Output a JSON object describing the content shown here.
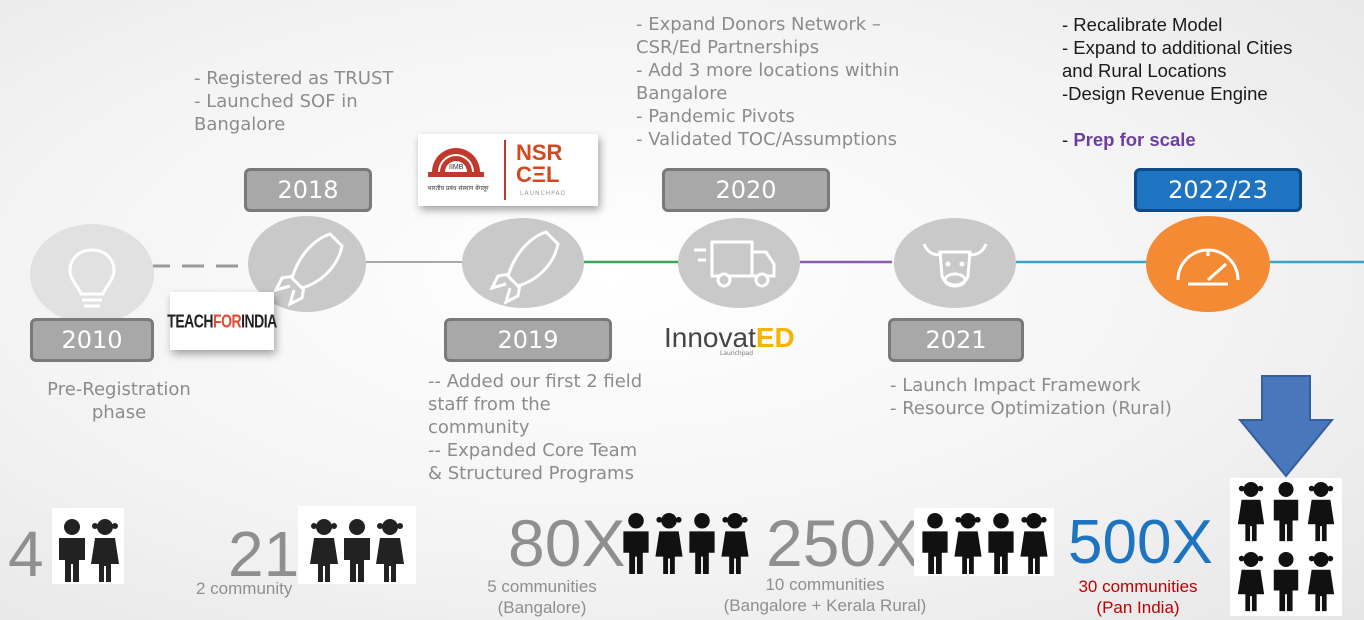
{
  "milestones": {
    "m2010": {
      "year": "2010",
      "desc": "Pre-Registration\nphase",
      "icon": "lightbulb-icon"
    },
    "m2018": {
      "year": "2018",
      "desc": "- Registered as TRUST\n- Launched SOF in\nBangalore",
      "icon": "rocket-icon"
    },
    "m2019": {
      "year": "2019",
      "desc": "-- Added our first 2 field\nstaff from the\ncommunity\n-- Expanded Core Team\n& Structured Programs",
      "icon": "rocket-icon"
    },
    "m2020": {
      "year": "2020",
      "desc": "- Expand Donors Network –\nCSR/Ed Partnerships\n- Add 3 more locations within\nBangalore\n-  Pandemic Pivots\n-  Validated TOC/Assumptions",
      "icon": "truck-icon"
    },
    "m2021": {
      "year": "2021",
      "desc": "- Launch Impact Framework\n- Resource Optimization (Rural)",
      "icon": "cow-icon"
    },
    "m2022": {
      "year": "2022/23",
      "desc": {
        "l1": "-  Recalibrate Model",
        "l2": "- Expand to additional Cities",
        "l3": "and Rural Locations",
        "l4": "-Design Revenue Engine",
        "l5_prefix": "-  ",
        "l5_bold": "Prep for scale"
      },
      "icon": "speedometer-icon"
    }
  },
  "logos": {
    "teachforindia": {
      "text_a": "TEACH",
      "text_b": "FOR",
      "text_c": "INDIA"
    },
    "nsrcel": {
      "iimb": "IIMB",
      "iimb_sub": "भारतीय प्रबंध संस्थान बेंगलूर",
      "title_line1": "NSR",
      "title_line2": "CΞL",
      "sub": "LAUNCHPAD"
    },
    "innovated": {
      "text_a": "Innovat",
      "text_b": "ED",
      "sub": "Launchpad"
    }
  },
  "growth": {
    "g1": {
      "value": "4",
      "label": ""
    },
    "g2": {
      "value": "21",
      "label": "2 community"
    },
    "g3": {
      "value": "80X",
      "label": "5 communities\n(Bangalore)"
    },
    "g4": {
      "value": "250X",
      "label": "10 communities\n(Bangalore + Kerala Rural)"
    },
    "g5": {
      "value": "500X",
      "label": "30 communities\n(Pan India)"
    }
  },
  "colors": {
    "accent_blue": "#1f74c2",
    "orange": "#f48a33",
    "purple_emphasis": "#6b3fa0",
    "red_label": "#c00000",
    "green_line": "#3aa655",
    "purple_line": "#8a5cb0",
    "teal_line": "#3aa4c8"
  }
}
